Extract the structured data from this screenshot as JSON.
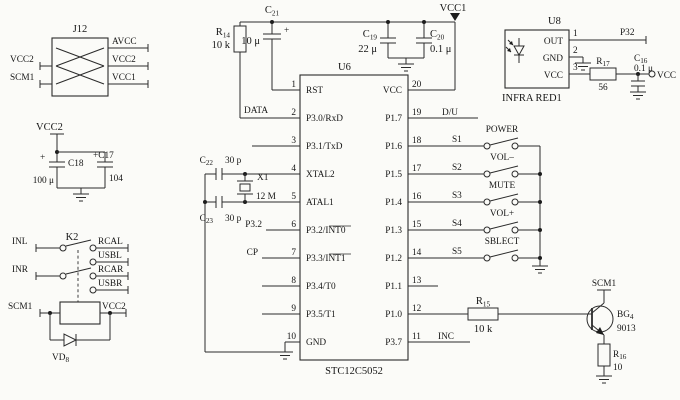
{
  "schematic": {
    "mcu": {
      "ref": "U6",
      "part": "STC12C5052",
      "left": [
        {
          "num": "1",
          "name": "RST"
        },
        {
          "num": "2",
          "name": "P3.0/RxD"
        },
        {
          "num": "3",
          "name": "P3.1/TxD"
        },
        {
          "num": "4",
          "name": "XTAL2"
        },
        {
          "num": "5",
          "name": "ATAL1"
        },
        {
          "num": "6",
          "name": "P3.2/INT0"
        },
        {
          "num": "7",
          "name": "P3.3/INT1"
        },
        {
          "num": "8",
          "name": "P3.4/T0"
        },
        {
          "num": "9",
          "name": "P3.5/T1"
        },
        {
          "num": "10",
          "name": "GND"
        }
      ],
      "right": [
        {
          "num": "20",
          "name": "VCC"
        },
        {
          "num": "19",
          "name": "P1.7"
        },
        {
          "num": "18",
          "name": "P1.6"
        },
        {
          "num": "17",
          "name": "P1.5"
        },
        {
          "num": "16",
          "name": "P1.4"
        },
        {
          "num": "15",
          "name": "P1.3"
        },
        {
          "num": "14",
          "name": "P1.2"
        },
        {
          "num": "13",
          "name": "P1.1"
        },
        {
          "num": "12",
          "name": "P1.0"
        },
        {
          "num": "11",
          "name": "P3.7"
        }
      ]
    },
    "nets": {
      "data": "DATA",
      "cp": "CP",
      "p32_int0": "P3.2",
      "du": "D/U",
      "inc": "INC",
      "vcc1": "VCC1",
      "p32": "P32",
      "vcc": "VCC",
      "s_labels": [
        "S1",
        "S2",
        "S3",
        "S4",
        "S5"
      ]
    },
    "buttons": [
      "POWER",
      "VOL–",
      "MUTE",
      "VOL+",
      "SBLECT"
    ],
    "parts": {
      "r14": {
        "n": "R",
        "s": "14",
        "v": "10 k"
      },
      "c21": {
        "n": "C",
        "s": "21",
        "v": "10 μ",
        "plus": "+"
      },
      "c19": {
        "n": "C",
        "s": "19",
        "v": "22 μ"
      },
      "c20": {
        "n": "C",
        "s": "20",
        "v": "0.1 μ"
      },
      "c22": {
        "n": "C",
        "s": "22",
        "v": "30 p"
      },
      "c23": {
        "n": "C",
        "s": "23",
        "v": "30 p"
      },
      "x1": {
        "n": "X1",
        "v": "12 M"
      },
      "r17": {
        "n": "R",
        "s": "17",
        "v": "56"
      },
      "c16": {
        "n": "C",
        "s": "16",
        "v": "0.1 μ"
      },
      "r15": {
        "n": "R",
        "s": "15",
        "v": "10 k"
      },
      "r16": {
        "n": "R",
        "s": "16",
        "v": "10"
      },
      "bg4": {
        "n": "BG",
        "s": "4",
        "v": "9013"
      },
      "vd8": {
        "n": "VD",
        "s": "8"
      }
    },
    "ir": {
      "ref": "U8",
      "name": "INFRA RED1",
      "pins": [
        {
          "num": "1",
          "name": "OUT"
        },
        {
          "num": "2",
          "name": "GND"
        },
        {
          "num": "3",
          "name": "VCC"
        }
      ]
    },
    "j12": {
      "ref": "J12",
      "left": [
        "VCC2",
        "SCM1"
      ],
      "right": [
        "AVCC",
        "VCC2",
        "VCC1"
      ]
    },
    "decouple": {
      "flag": "VCC2",
      "c18": {
        "plus": "+",
        "n": "C18",
        "v": "100 μ"
      },
      "c17": {
        "n": "+C17",
        "v": "104"
      }
    },
    "k2": {
      "ref": "K2",
      "inl": "INL",
      "inr": "INR",
      "rcal": "RCAL",
      "usbl": "USBL",
      "rcar": "RCAR",
      "usbr": "USBR",
      "scm1": "SCM1",
      "vcc2": "VCC2"
    },
    "driver": {
      "scm1": "SCM1"
    }
  }
}
